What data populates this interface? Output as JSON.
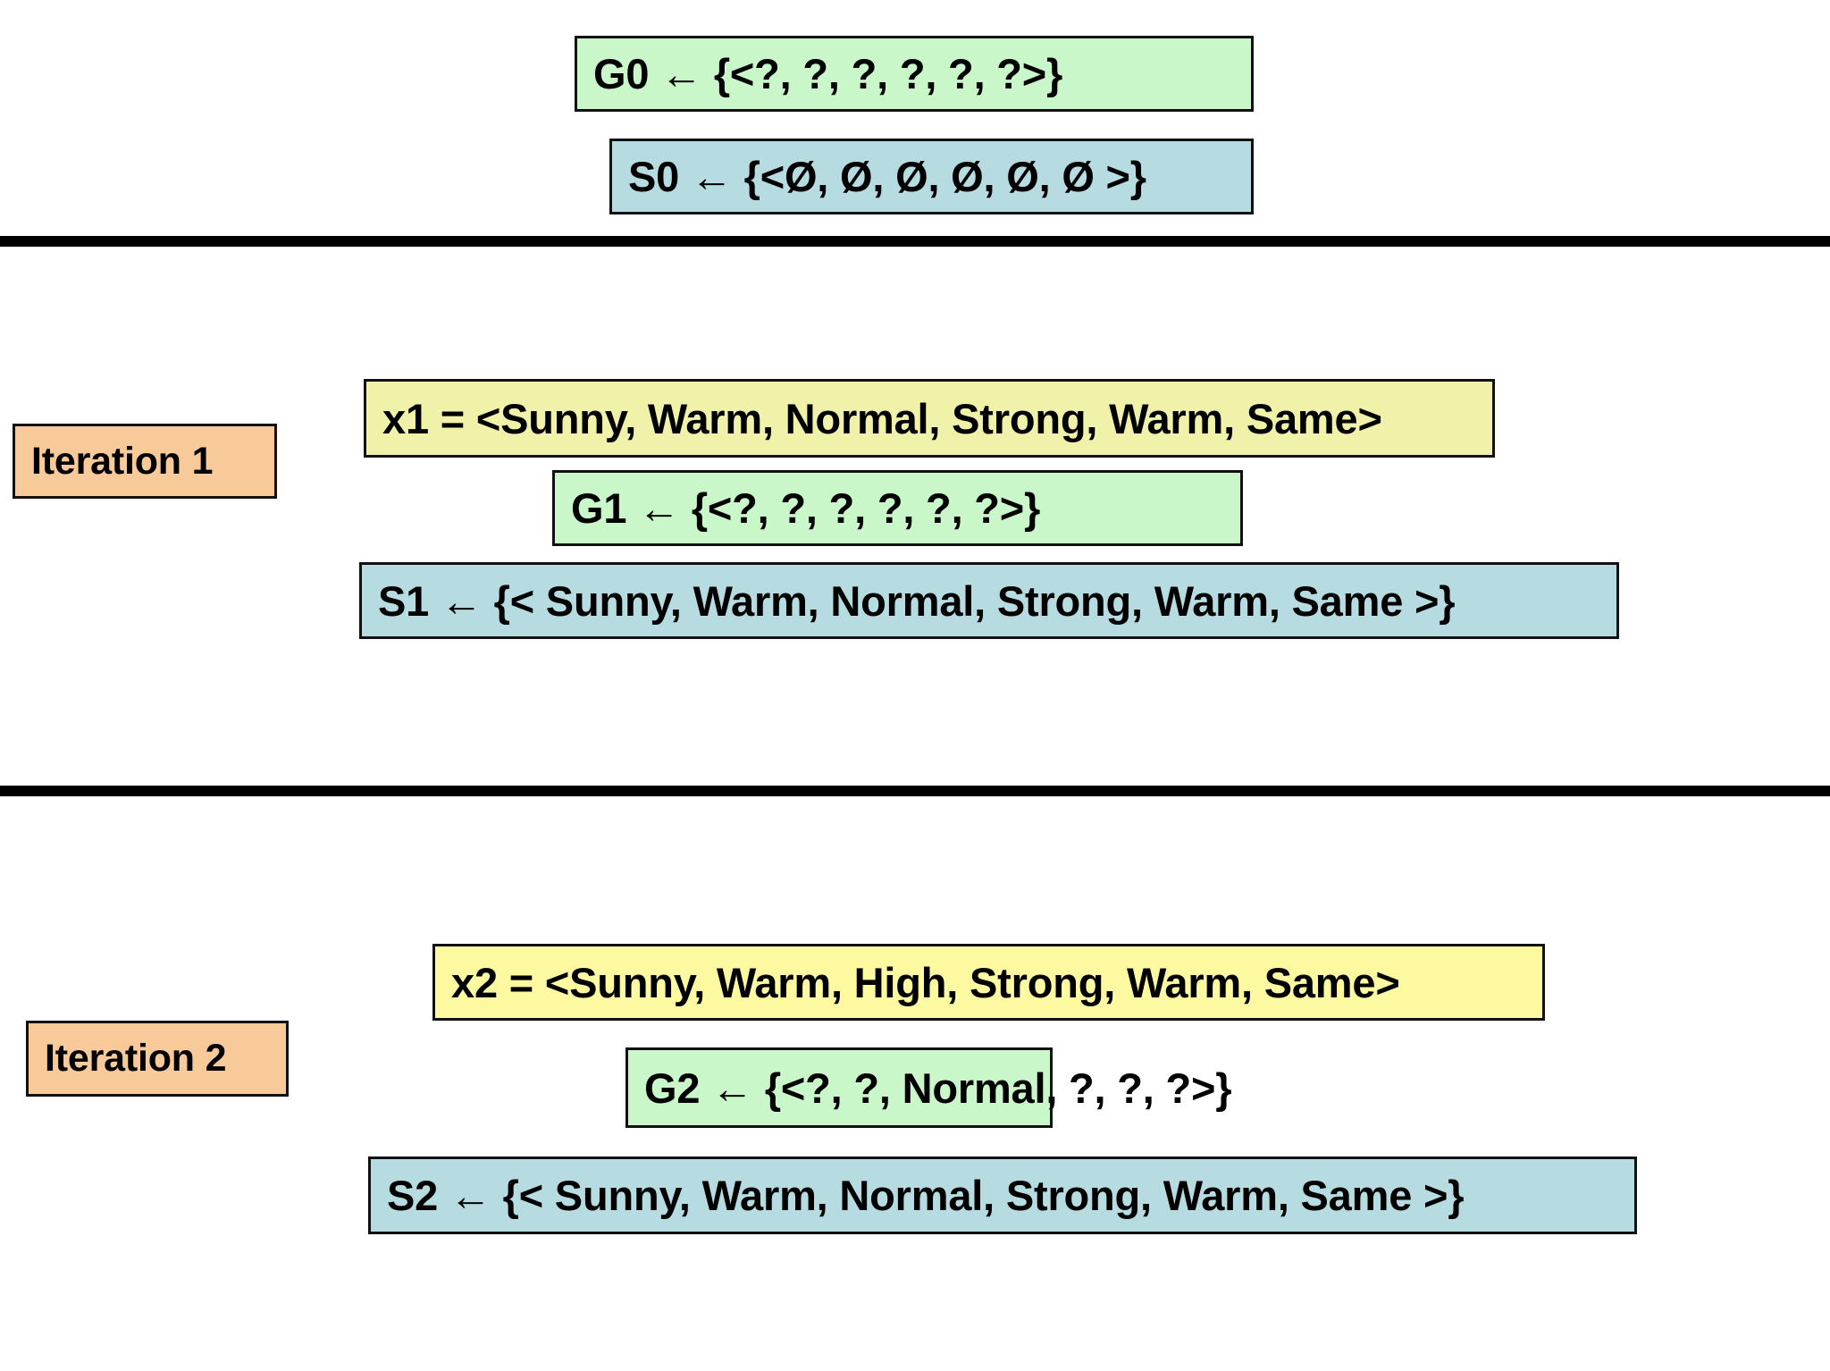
{
  "diagram": {
    "title": "Candidate Elimination Algorithm Trace",
    "colors": {
      "general_boundary": "#c9f7c9",
      "specific_boundary": "#b6dce2",
      "iteration_badge": "#f8c999",
      "example_x1": "#eff2a8",
      "example_x2": "#fdf9a0",
      "border": "#111111",
      "divider": "#000000",
      "background": "#ffffff"
    }
  },
  "initial": {
    "general_boundary": "G0 ← {<?, ?, ?, ?, ?, ?>}",
    "specific_boundary": "S0 ← {<Ø, Ø, Ø, Ø, Ø, Ø >}"
  },
  "iterations": [
    {
      "badge": "Iteration 1",
      "example": "x1 = <Sunny, Warm, Normal, Strong, Warm, Same>",
      "general_boundary": "G1 ← {<?, ?, ?, ?, ?, ?>}",
      "specific_boundary": "S1 ← {< Sunny, Warm, Normal, Strong, Warm, Same >}"
    },
    {
      "badge": "Iteration 2",
      "example": "x2 = <Sunny, Warm, High, Strong, Warm, Same>",
      "general_boundary": "G2 ← {<?, ?, Normal, ?, ?, ?>}",
      "specific_boundary": "S2 ← {< Sunny, Warm, Normal, Strong, Warm, Same >}"
    }
  ]
}
